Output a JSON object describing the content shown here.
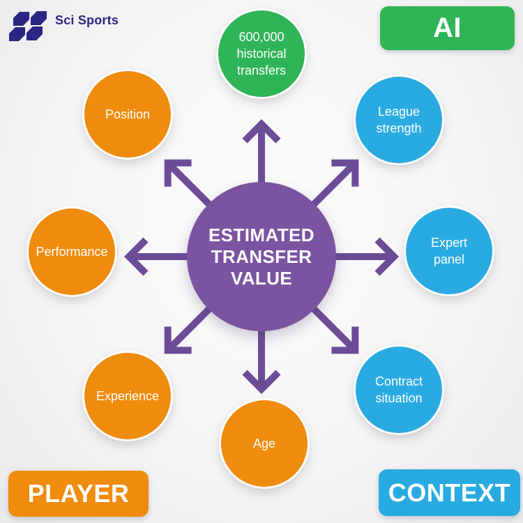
{
  "brand": {
    "name_line1": "Sci",
    "name_line2": "Sports",
    "logo_color": "#2b2583"
  },
  "badges": {
    "ai": {
      "label": "AI",
      "color": "#2fb457"
    },
    "player": {
      "label": "PLAYER",
      "color": "#ef8b0d"
    },
    "context": {
      "label": "CONTEXT",
      "color": "#29abe2"
    }
  },
  "center": {
    "lines": [
      "ESTIMATED",
      "TRANSFER",
      "VALUE"
    ],
    "color": "#7a54a0",
    "arrow_color": "#6b4c96"
  },
  "factors": [
    {
      "id": "historical-transfers",
      "category": "ai",
      "color": "#2fb457",
      "lines": [
        "600,000",
        "historical",
        "transfers"
      ]
    },
    {
      "id": "league-strength",
      "category": "context",
      "color": "#29abe2",
      "lines": [
        "League",
        "strength"
      ]
    },
    {
      "id": "expert-panel",
      "category": "context",
      "color": "#29abe2",
      "lines": [
        "Expert",
        "panel"
      ]
    },
    {
      "id": "contract-situation",
      "category": "context",
      "color": "#29abe2",
      "lines": [
        "Contract",
        "situation"
      ]
    },
    {
      "id": "age",
      "category": "player",
      "color": "#ef8b0d",
      "lines": [
        "Age"
      ]
    },
    {
      "id": "experience",
      "category": "player",
      "color": "#ef8b0d",
      "lines": [
        "Experience"
      ]
    },
    {
      "id": "performance",
      "category": "player",
      "color": "#ef8b0d",
      "lines": [
        "Performance"
      ]
    },
    {
      "id": "position",
      "category": "player",
      "color": "#ef8b0d",
      "lines": [
        "Position"
      ]
    }
  ]
}
